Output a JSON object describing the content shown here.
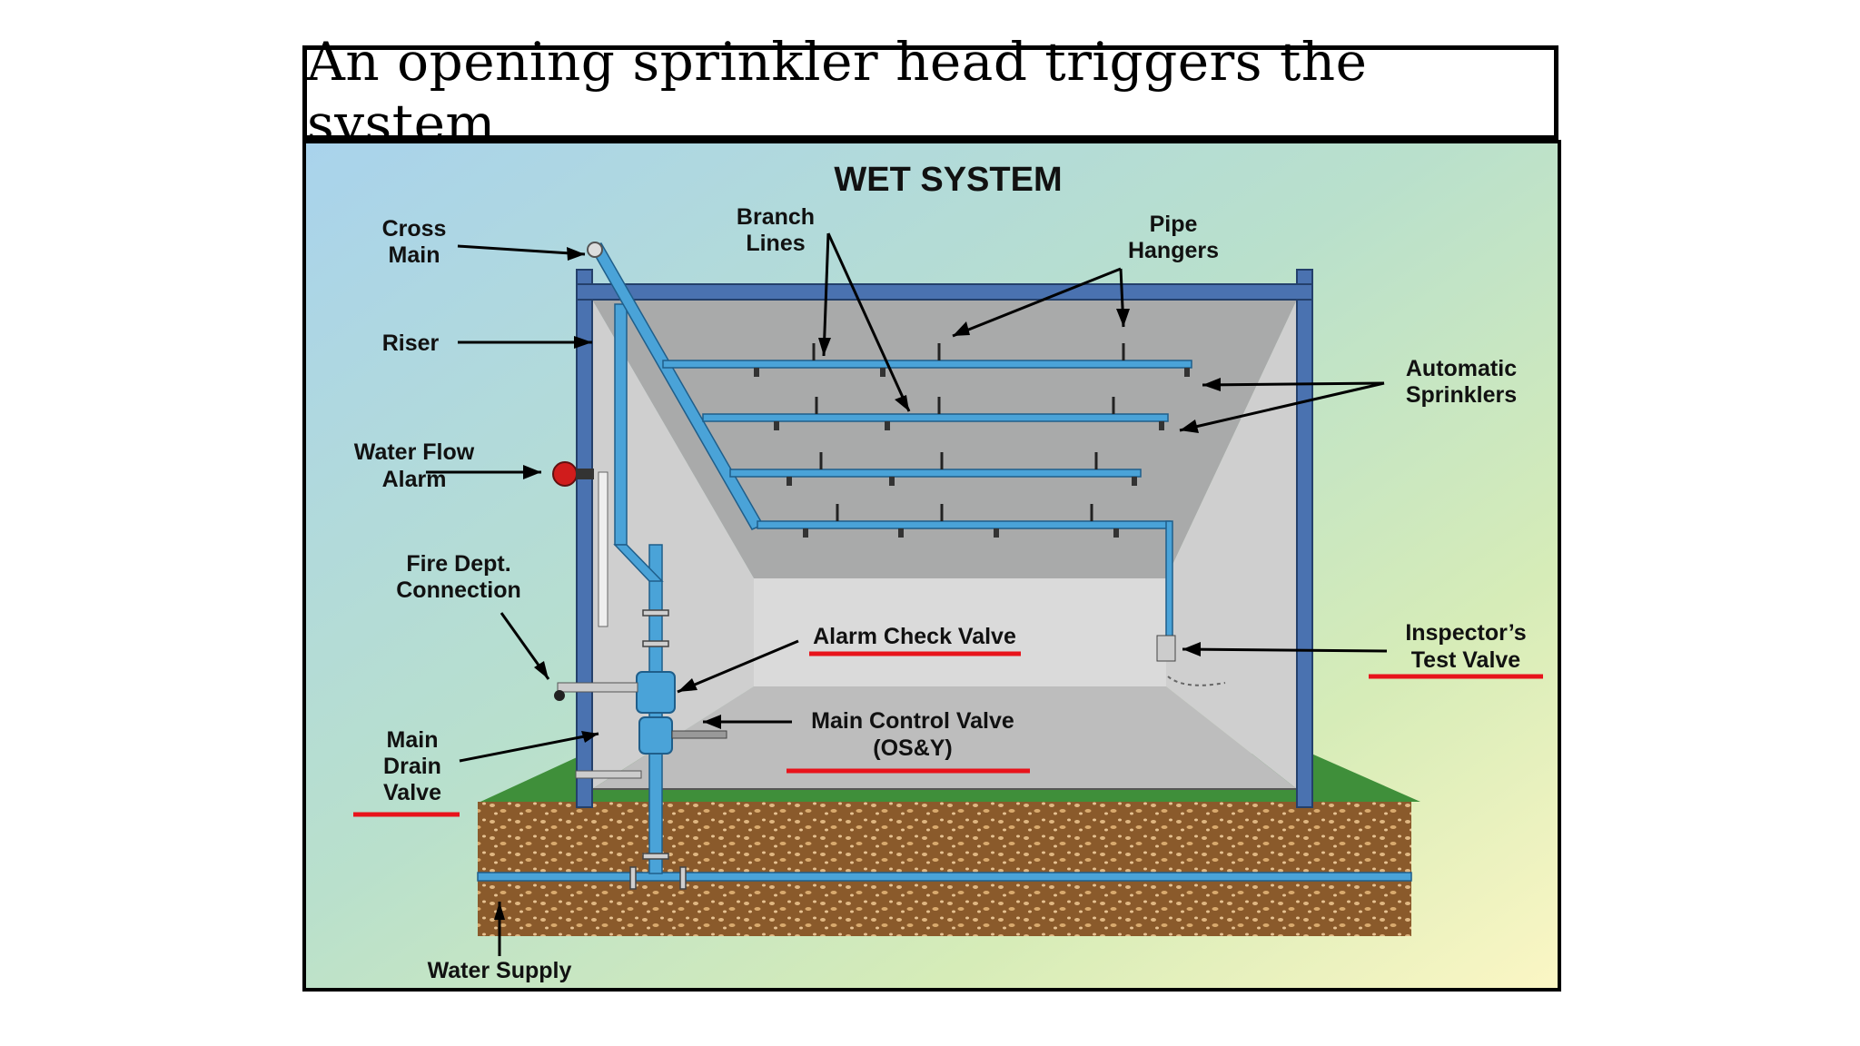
{
  "slide": {
    "title": "An opening sprinkler head triggers the system"
  },
  "diagram": {
    "heading": "WET SYSTEM",
    "labels": {
      "cross_main": [
        "Cross",
        "Main"
      ],
      "riser": "Riser",
      "water_flow_alarm": [
        "Water Flow",
        "Alarm"
      ],
      "fire_dept_connection": [
        "Fire Dept.",
        "Connection"
      ],
      "main_drain_valve": [
        "Main",
        "Drain",
        "Valve"
      ],
      "water_supply": "Water Supply",
      "branch_lines": [
        "Branch",
        "Lines"
      ],
      "pipe_hangers": [
        "Pipe",
        "Hangers"
      ],
      "automatic_sprinklers": [
        "Automatic",
        "Sprinklers"
      ],
      "alarm_check_valve": "Alarm Check Valve",
      "main_control_valve": [
        "Main Control Valve",
        "(OS&Y)"
      ],
      "inspectors_test_valve": [
        "Inspector’s",
        "Test Valve"
      ]
    },
    "colors": {
      "pipe": "#4aa3d8",
      "wall": "#4a72b0",
      "underline": "#e8131b",
      "ground": "#8a5a2b",
      "grass": "#3f8f3a",
      "ceiling": "#a9aaaa",
      "back_wall": "#d9d9d9"
    }
  }
}
